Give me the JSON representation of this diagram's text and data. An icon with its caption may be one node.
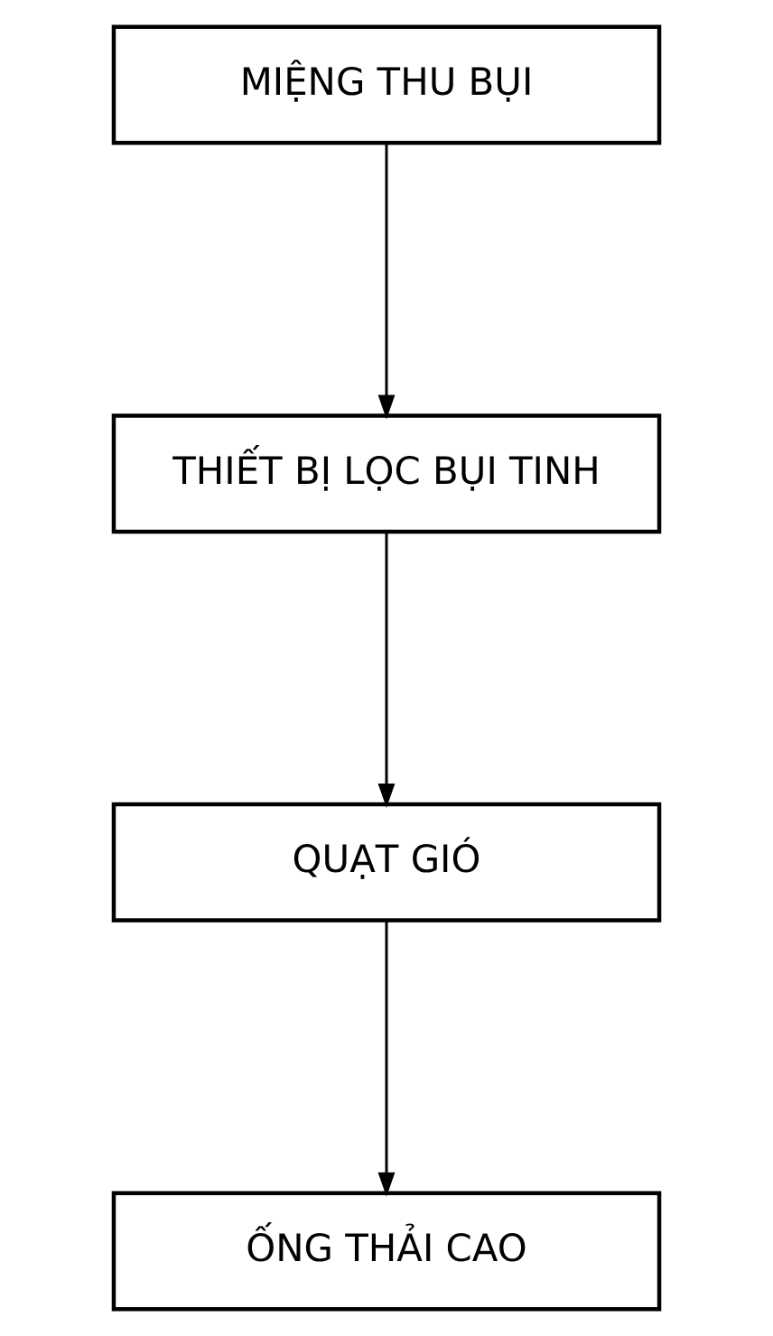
{
  "diagram": {
    "nodes": [
      {
        "text": [
          "MIỆNG THU BỤI"
        ]
      },
      {
        "text": [
          "THIẾT BỊ LỌC BỤI TINH"
        ]
      },
      {
        "text": [
          "QUẠT GIÓ"
        ]
      },
      {
        "text": [
          "ỐNG THẢI CAO"
        ]
      }
    ],
    "edges": [
      {
        "from": 0,
        "to": 1,
        "arrow": "to"
      },
      {
        "from": 1,
        "to": 2,
        "arrow": "to"
      },
      {
        "from": 2,
        "to": 3,
        "arrow": "to"
      }
    ]
  }
}
